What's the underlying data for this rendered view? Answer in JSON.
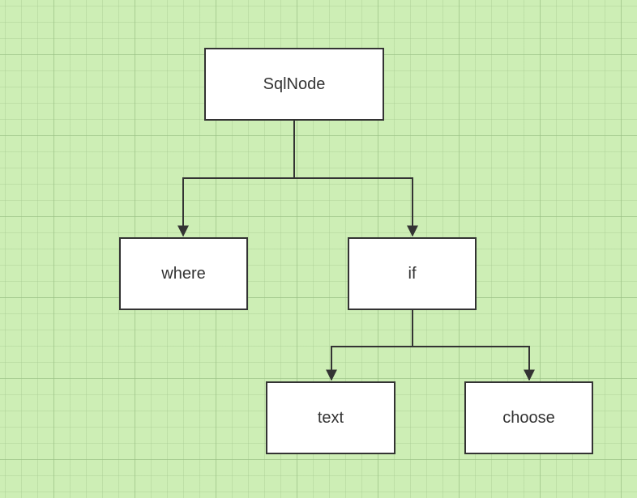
{
  "diagram": {
    "background_color": "#cdeeb5",
    "line_color": "#333333",
    "node_fill": "#ffffff",
    "nodes": {
      "root": {
        "label": "SqlNode"
      },
      "where": {
        "label": "where"
      },
      "if": {
        "label": "if"
      },
      "text": {
        "label": "text"
      },
      "choose": {
        "label": "choose"
      }
    },
    "edges": [
      {
        "from": "SqlNode",
        "to": "where"
      },
      {
        "from": "SqlNode",
        "to": "if"
      },
      {
        "from": "if",
        "to": "text"
      },
      {
        "from": "if",
        "to": "choose"
      }
    ]
  }
}
